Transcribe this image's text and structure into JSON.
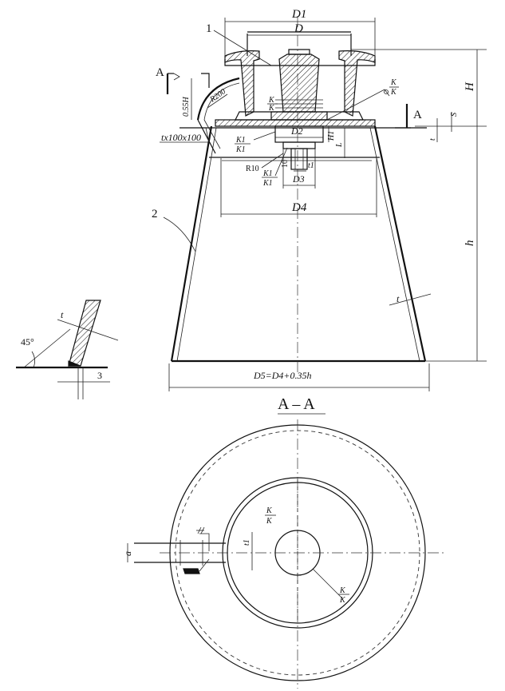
{
  "labels": {
    "item_1": "1",
    "item_2": "2",
    "d1": "D1",
    "d": "D",
    "d2": "D2",
    "d3": "D3",
    "d4": "D4",
    "d5_formula": "D5=D4+0.35h",
    "h_upper": "H",
    "h_lower": "h",
    "h1": "H1",
    "l": "L",
    "s": "S",
    "t_main": "t",
    "t_small": "t",
    "t_detail": "t",
    "t1": "t1",
    "t1_plan": "t1",
    "r200": "R200",
    "r10": "R10",
    "dim_055h": "0.55H",
    "plate": "tx100x100",
    "ten": "10",
    "angle_45": "45°",
    "gap_3": "3",
    "a_left": "A",
    "a_right": "A",
    "section_title": "A – A",
    "kk_top_num": "K",
    "kk_top_den": "K",
    "kk_small_num": "K",
    "kk_small_den": "K",
    "k1_num": "K1",
    "k1_den": "K1",
    "k1b_num": "K1",
    "k1b_den": "K1",
    "kk_plan_num": "K",
    "kk_plan_den": "K",
    "kk_plan2_num": "K",
    "kk_plan2_den": "K",
    "a_plan": "a"
  }
}
